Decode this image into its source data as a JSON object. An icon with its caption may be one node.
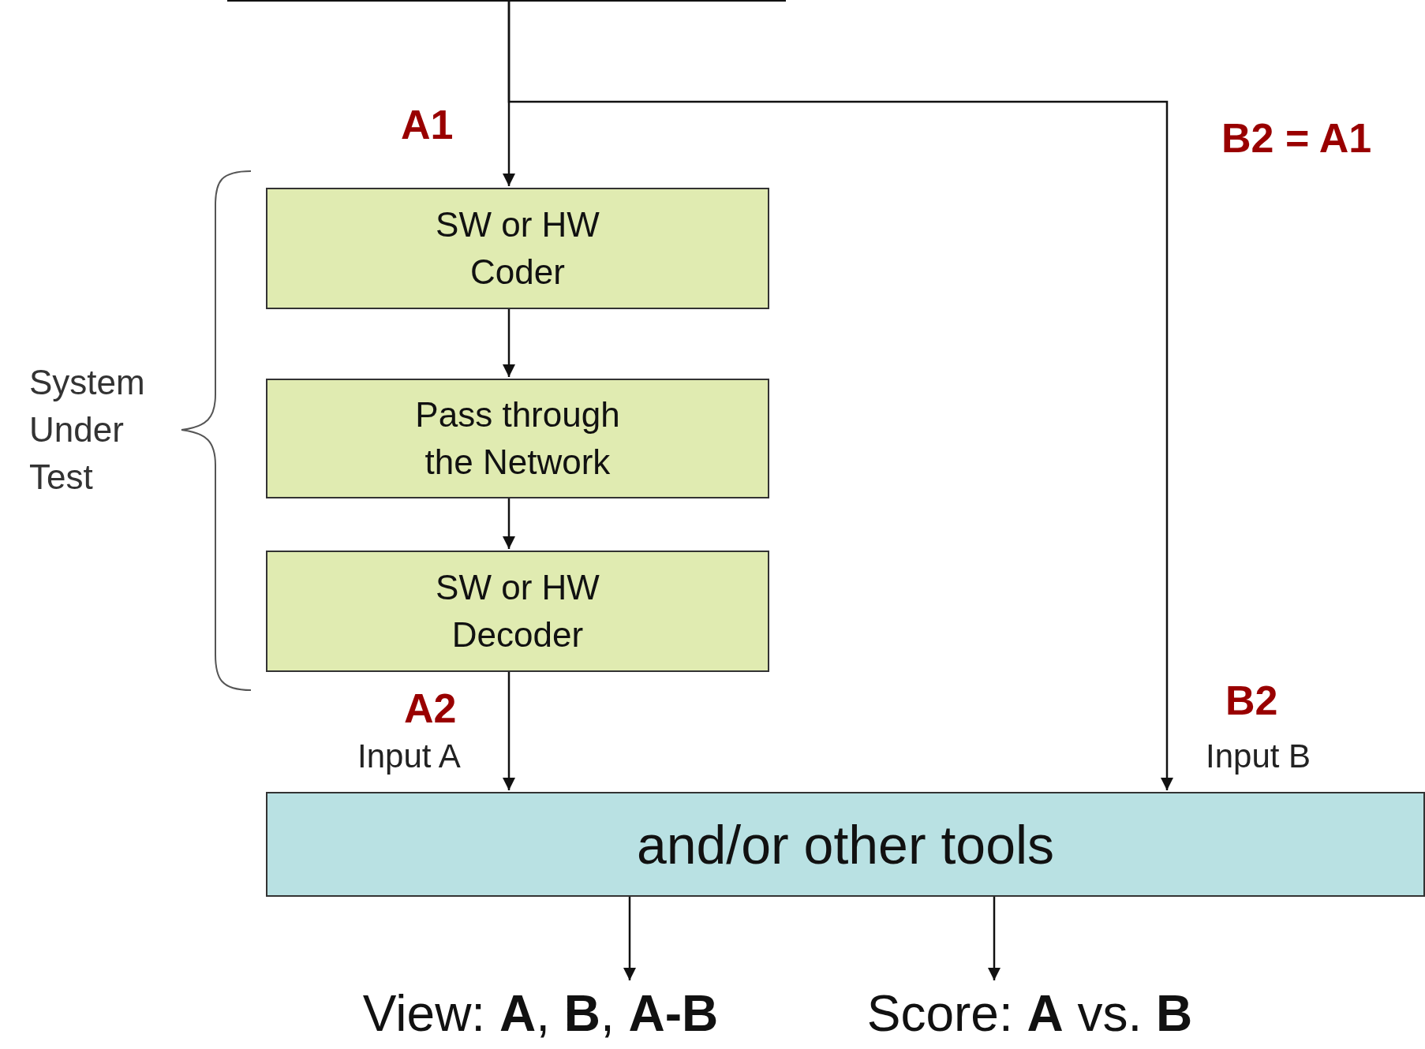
{
  "diagram": {
    "nodes": [
      {
        "text": [],
        "shape": "bar"
      },
      {
        "text": [
          "SW or HW Coder"
        ]
      },
      {
        "text": [
          "Pass through the Network"
        ]
      },
      {
        "text": [
          "SW or HW Decoder"
        ]
      },
      {
        "text": [
          "and/or other tools"
        ]
      },
      {
        "text": [
          "View: **A**, **B**, **A-B**"
        ]
      },
      {
        "text": [
          "Score: **A** vs. **B**"
        ]
      }
    ],
    "edges": [
      {
        "from": 0,
        "to": 1,
        "arrow": "to"
      },
      {
        "from": 0,
        "to": 4,
        "arrow": "to"
      },
      {
        "from": 1,
        "to": 2,
        "arrow": "to"
      },
      {
        "from": 2,
        "to": 3,
        "arrow": "to"
      },
      {
        "from": 3,
        "to": 4,
        "arrow": "to"
      },
      {
        "from": 4,
        "to": 5,
        "arrow": "to"
      },
      {
        "from": 4,
        "to": 6,
        "arrow": "to"
      }
    ],
    "labels": [
      "A1",
      "B2 = A1",
      "System Under Test",
      "A2",
      "Input A",
      "B2",
      "Input B"
    ]
  }
}
